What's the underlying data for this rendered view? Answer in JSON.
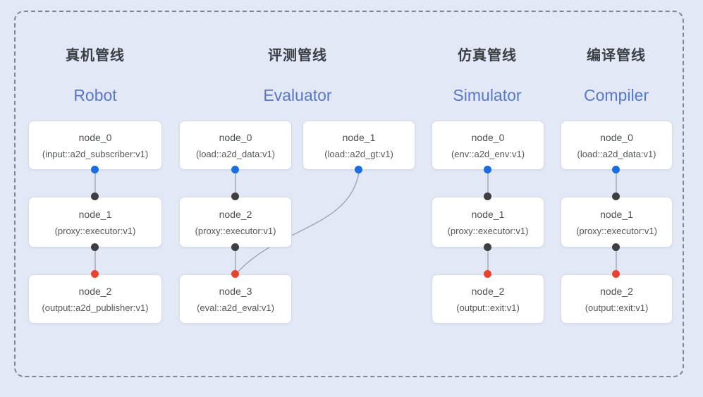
{
  "colors": {
    "background": "#e2e8f6",
    "frame_border": "#7f8591",
    "node_fill": "#ffffff",
    "node_border": "#d7dbe3",
    "node_text": "#4c4f55",
    "pipeline_title_zh": "#3b3e44",
    "pipeline_title_en": "#5a78c9",
    "edge_line": "#98a0b0",
    "port_blue": "#1b6ce0",
    "port_dark": "#3d3f42",
    "port_red": "#e8432e"
  },
  "diagram": {
    "pipelines": [
      {
        "title_zh": "真机管线",
        "title_en": "Robot",
        "nodes": [
          {
            "name": "node_0",
            "impl": "(input::a2d_subscriber:v1)"
          },
          {
            "name": "node_1",
            "impl": "(proxy::executor:v1)"
          },
          {
            "name": "node_2",
            "impl": "(output::a2d_publisher:v1)"
          }
        ]
      },
      {
        "title_zh": "评测管线",
        "title_en": "Evaluator",
        "nodes": [
          {
            "name": "node_0",
            "impl": "(load::a2d_data:v1)"
          },
          {
            "name": "node_1",
            "impl": "(load::a2d_gt:v1)"
          },
          {
            "name": "node_2",
            "impl": "(proxy::executor:v1)"
          },
          {
            "name": "node_3",
            "impl": "(eval::a2d_eval:v1)"
          }
        ]
      },
      {
        "title_zh": "仿真管线",
        "title_en": "Simulator",
        "nodes": [
          {
            "name": "node_0",
            "impl": "(env::a2d_env:v1)"
          },
          {
            "name": "node_1",
            "impl": "(proxy::executor:v1)"
          },
          {
            "name": "node_2",
            "impl": "(output::exit:v1)"
          }
        ]
      },
      {
        "title_zh": "编译管线",
        "title_en": "Compiler",
        "nodes": [
          {
            "name": "node_0",
            "impl": "(load::a2d_data:v1)"
          },
          {
            "name": "node_1",
            "impl": "(proxy::executor:v1)"
          },
          {
            "name": "node_2",
            "impl": "(output::exit:v1)"
          }
        ]
      }
    ]
  }
}
